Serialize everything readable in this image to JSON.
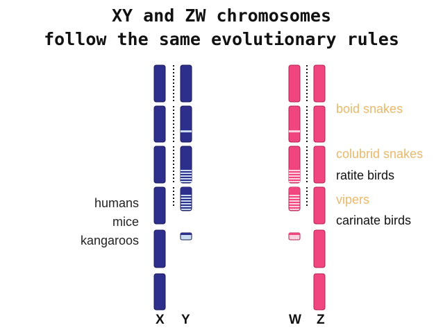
{
  "title": {
    "line1": "XY and ZW chromosomes",
    "line2": "follow the same evolutionary rules"
  },
  "mammals": [
    "humans",
    "mice",
    "kangaroos"
  ],
  "snakes_birds": {
    "boid": "boid snakes",
    "colubrid": "colubrid snakes",
    "ratite": "ratite birds",
    "vipers": "vipers",
    "carinate": "carinate birds"
  },
  "chromosome_labels": {
    "x": "X",
    "y": "Y",
    "w": "W",
    "z": "Z"
  },
  "colors": {
    "xy_fill": "#2E2E8C",
    "zw_fill": "#F0457F",
    "stripe": "#C9DCF0",
    "snake_text": "#E8B96A"
  }
}
